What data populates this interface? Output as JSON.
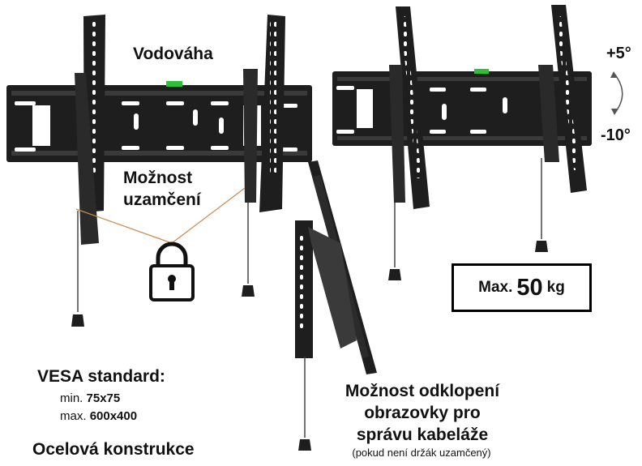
{
  "labels": {
    "level": "Vodováha",
    "lock": [
      "Možnost",
      "uzamčení"
    ],
    "tilt_up": "+5°",
    "tilt_down": "-10°",
    "tilt_feature": [
      "Možnost odklopení",
      "obrazovky pro",
      "správu kabeláže"
    ],
    "tilt_note": "(pokud není držák uzamčený)",
    "steel": "Ocelová konstrukce"
  },
  "max_load": {
    "prefix": "Max.",
    "value": "50",
    "unit": "kg"
  },
  "vesa": {
    "title": "VESA standard:",
    "min_label": "min.",
    "min_value": "75x75",
    "max_label": "max.",
    "max_value": "600x400"
  },
  "colors": {
    "metal": "#1e1e1e",
    "level_green": "#2fbf3a",
    "leader_line": "#c98a4a"
  }
}
